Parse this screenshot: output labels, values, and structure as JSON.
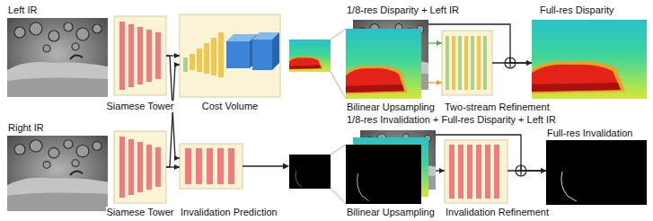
{
  "diagram": {
    "nodes": [
      {
        "text": [
          "Left IR"
        ]
      },
      {
        "text": [
          "Siamese Tower"
        ]
      },
      {
        "text": [
          "Cost Volume"
        ]
      },
      {
        "text": [
          "1/8-res Disparity + Left IR",
          "Bilinear Upsampling"
        ]
      },
      {
        "text": [
          "Two-stream Refinement"
        ]
      },
      {
        "text": [
          "Full-res Disparity"
        ]
      },
      {
        "text": [
          "Right IR"
        ]
      },
      {
        "text": [
          "Siamese Tower"
        ]
      },
      {
        "text": [
          "Invalidation Prediction"
        ]
      },
      {
        "text": [
          "1/8-res Invalidation + Full-res Disparity + Left IR",
          "Bilinear Upsampling"
        ]
      },
      {
        "text": [
          "Invalidation Refinement"
        ]
      },
      {
        "text": [
          "Full-res Invalidation"
        ]
      }
    ],
    "edges": [
      {
        "from": 1,
        "to": 2,
        "arrow": "to"
      },
      {
        "from": 1,
        "to": 8,
        "arrow": "to"
      },
      {
        "from": 7,
        "to": 2,
        "arrow": "to"
      },
      {
        "from": 7,
        "to": 8,
        "arrow": "to"
      },
      {
        "from": 3,
        "to": 4,
        "arrow": "to"
      },
      {
        "from": 3,
        "to": 4,
        "arrow": "to"
      },
      {
        "from": 4,
        "to": 5,
        "arrow": "to"
      },
      {
        "from": 3,
        "to": 5,
        "arrow": "to"
      },
      {
        "from": 9,
        "to": 10,
        "arrow": "to"
      },
      {
        "from": 10,
        "to": 11,
        "arrow": "to"
      },
      {
        "from": 9,
        "to": 11,
        "arrow": "to"
      }
    ]
  }
}
